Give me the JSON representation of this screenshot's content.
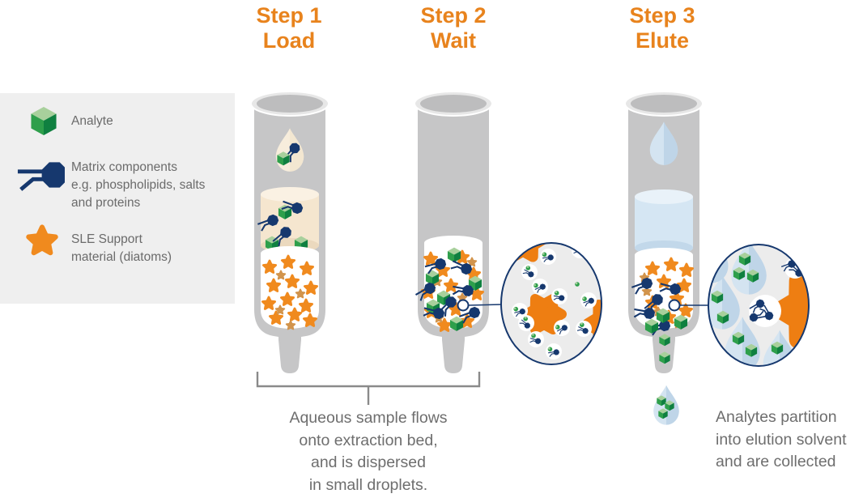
{
  "figure": {
    "steps": [
      {
        "label": "Step 1",
        "action": "Load"
      },
      {
        "label": "Step 2",
        "action": "Wait"
      },
      {
        "label": "Step 3",
        "action": "Elute"
      }
    ],
    "legend": {
      "items": [
        {
          "name": "analyte",
          "label": "Analyte"
        },
        {
          "name": "matrix-components",
          "label": "Matrix components\ne.g. phospholipids, salts\nand proteins"
        },
        {
          "name": "sle-support",
          "label": "SLE Support\nmaterial (diatoms)"
        }
      ]
    },
    "captions": {
      "load_wait": "Aqueous sample flows\nonto extraction bed,\nand is dispersed\nin small droplets.",
      "elute": "Analytes partition\ninto elution solvent\nand are collected"
    },
    "colors": {
      "step_heading_orange": "#E8831D",
      "star_orange": "#F08A1E",
      "star_muted": "#D2944C",
      "blob_orange": "#EE7E12",
      "matrix_navy": "#16386E",
      "analyte_green": "#2E9F4B",
      "tube_gray": "#C6C6C7",
      "legend_background": "#EFEFEF",
      "text_gray": "#6E6E6E",
      "sample_cream": "#F5E6CF",
      "solvent_blue": "#D5E6F3"
    }
  }
}
